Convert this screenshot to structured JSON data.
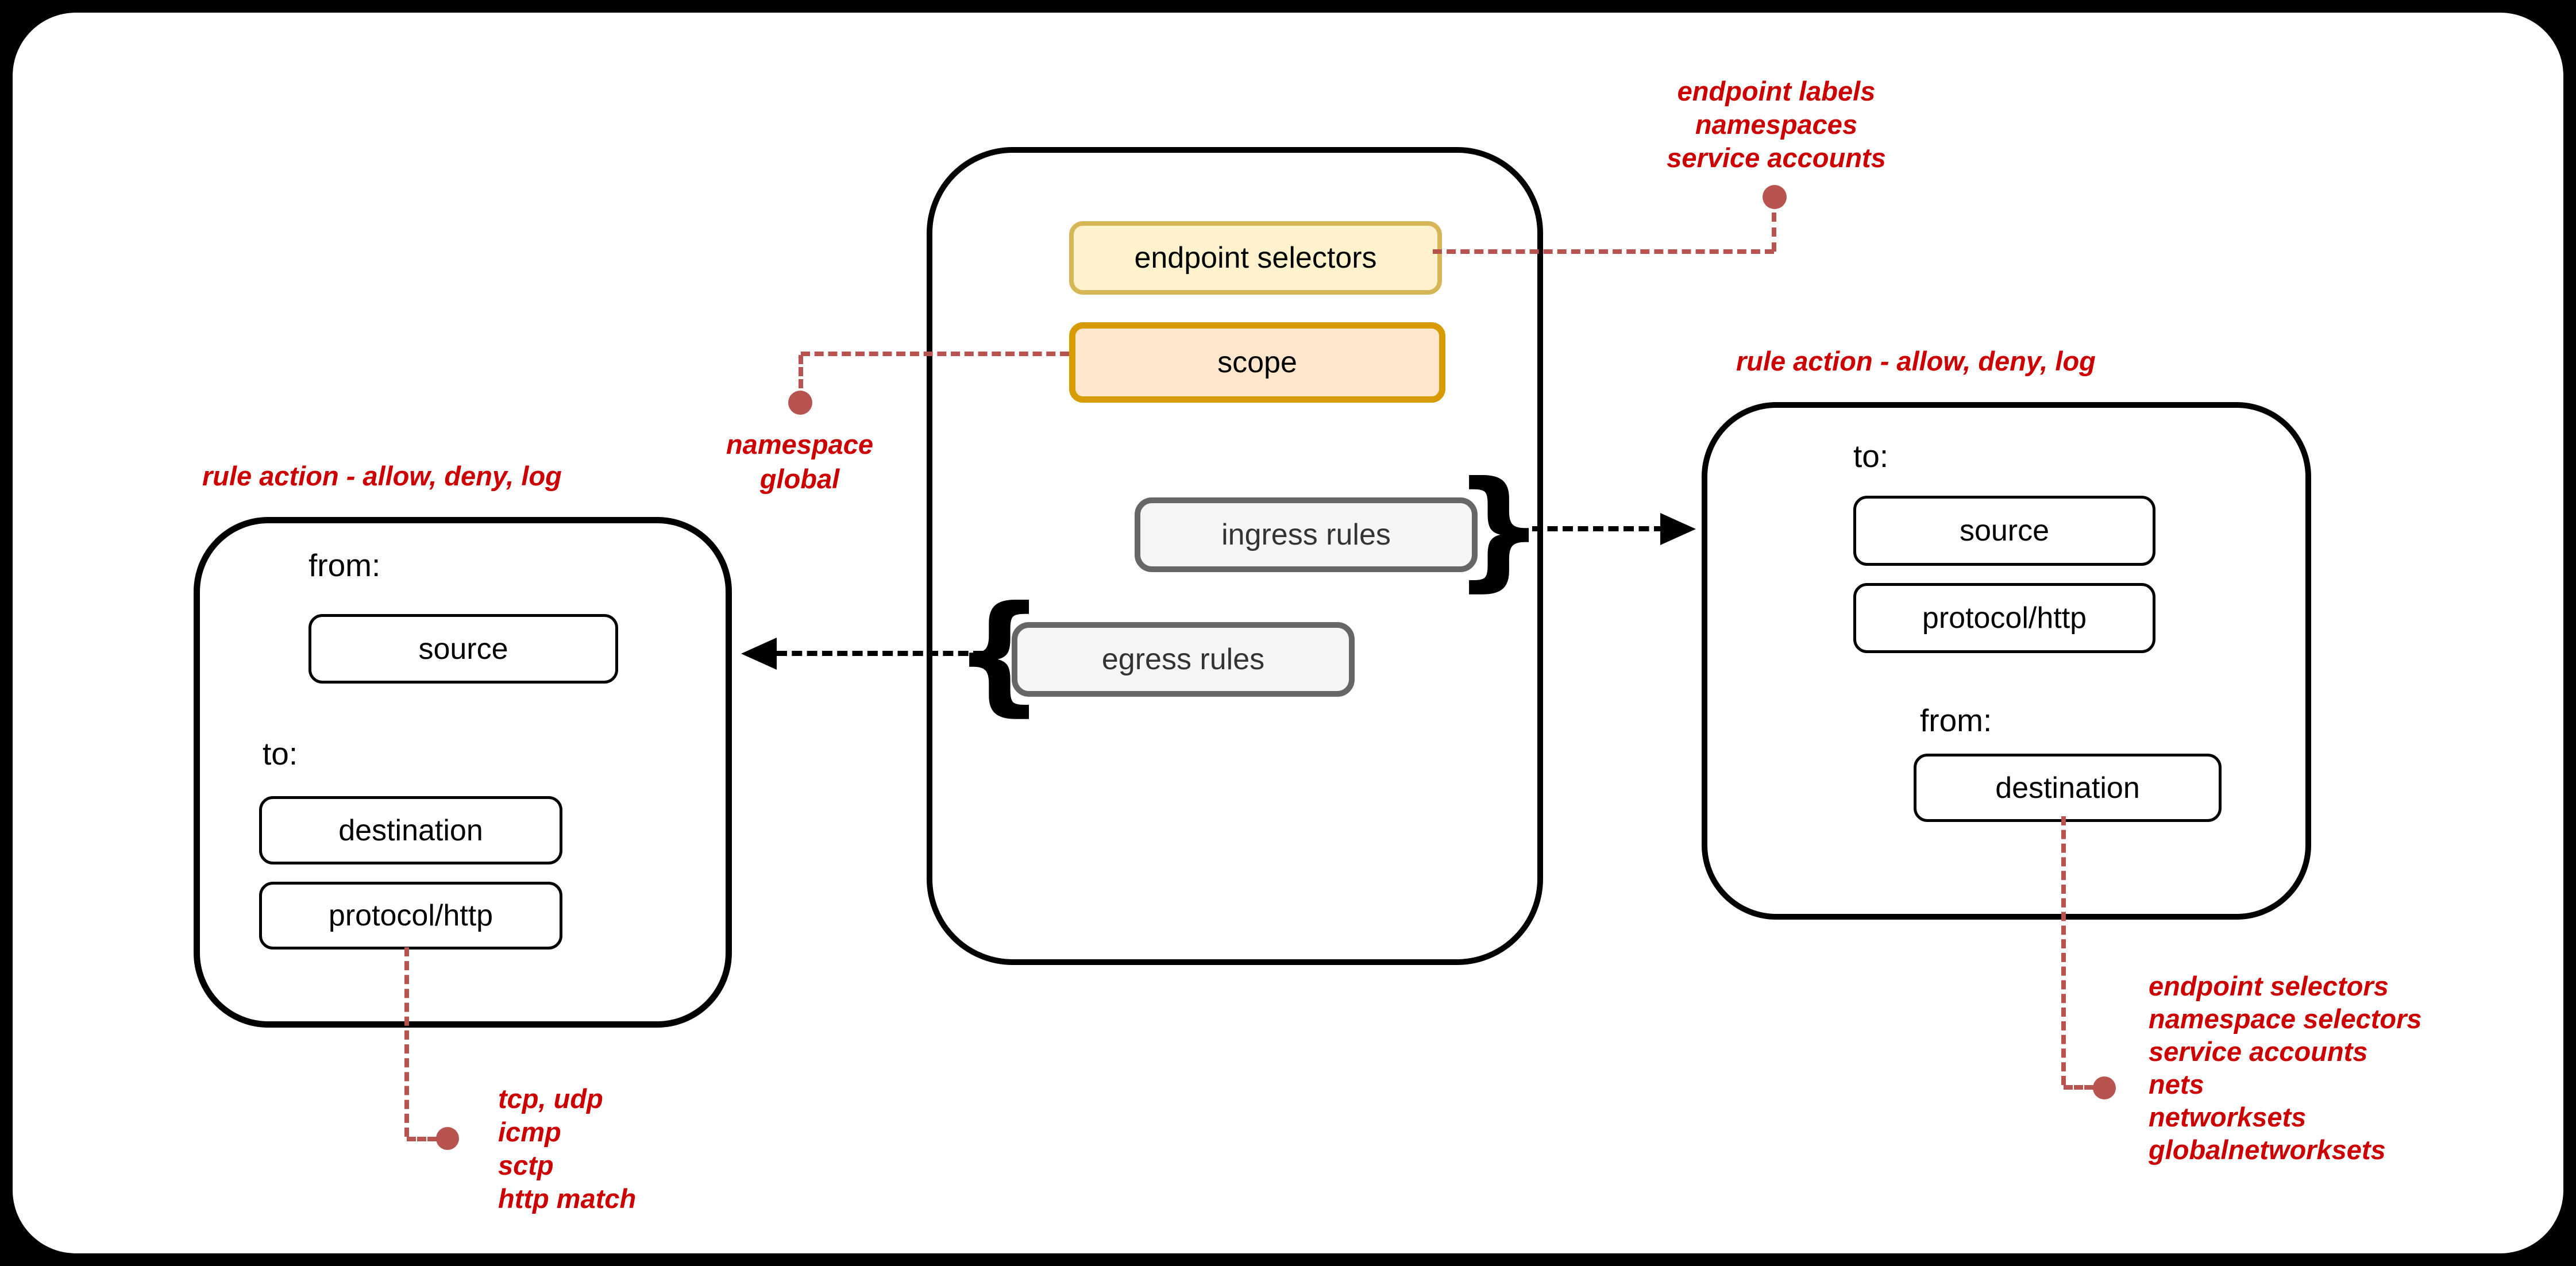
{
  "colors": {
    "background": "#000000",
    "surface": "#ffffff",
    "annotation_red": "#CC0000",
    "connector_red": "#B85450",
    "yellow_chip_fill": "#FFF2CC",
    "yellow_chip_border": "#D6B656",
    "orange_chip_fill": "#FFE6CC",
    "orange_chip_border": "#D79B00",
    "gray_chip_fill": "#F5F5F5",
    "gray_chip_border": "#666666"
  },
  "policy": {
    "endpoint_selectors_label": "endpoint selectors",
    "scope_label": "scope",
    "ingress_rules_label": "ingress rules",
    "egress_rules_label": "egress rules",
    "ingress_brace": "}",
    "egress_brace": "{"
  },
  "left_rule_box": {
    "title": "rule action - allow, deny, log",
    "from_label": "from:",
    "source_label": "source",
    "to_label": "to:",
    "destination_label": "destination",
    "protocol_label": "protocol/http"
  },
  "right_rule_box": {
    "title": "rule action - allow, deny, log",
    "to_label": "to:",
    "source_label": "source",
    "protocol_label": "protocol/http",
    "from_label": "from:",
    "destination_label": "destination"
  },
  "annotations": {
    "top_note": [
      "endpoint labels",
      "namespaces",
      "service accounts"
    ],
    "scope_note": [
      "namespace",
      "global"
    ],
    "protocol_note": [
      "tcp, udp",
      "icmp",
      "sctp",
      "http match"
    ],
    "destination_note": [
      "endpoint selectors",
      "namespace selectors",
      "service accounts",
      "nets",
      "networksets",
      "globalnetworksets"
    ]
  }
}
